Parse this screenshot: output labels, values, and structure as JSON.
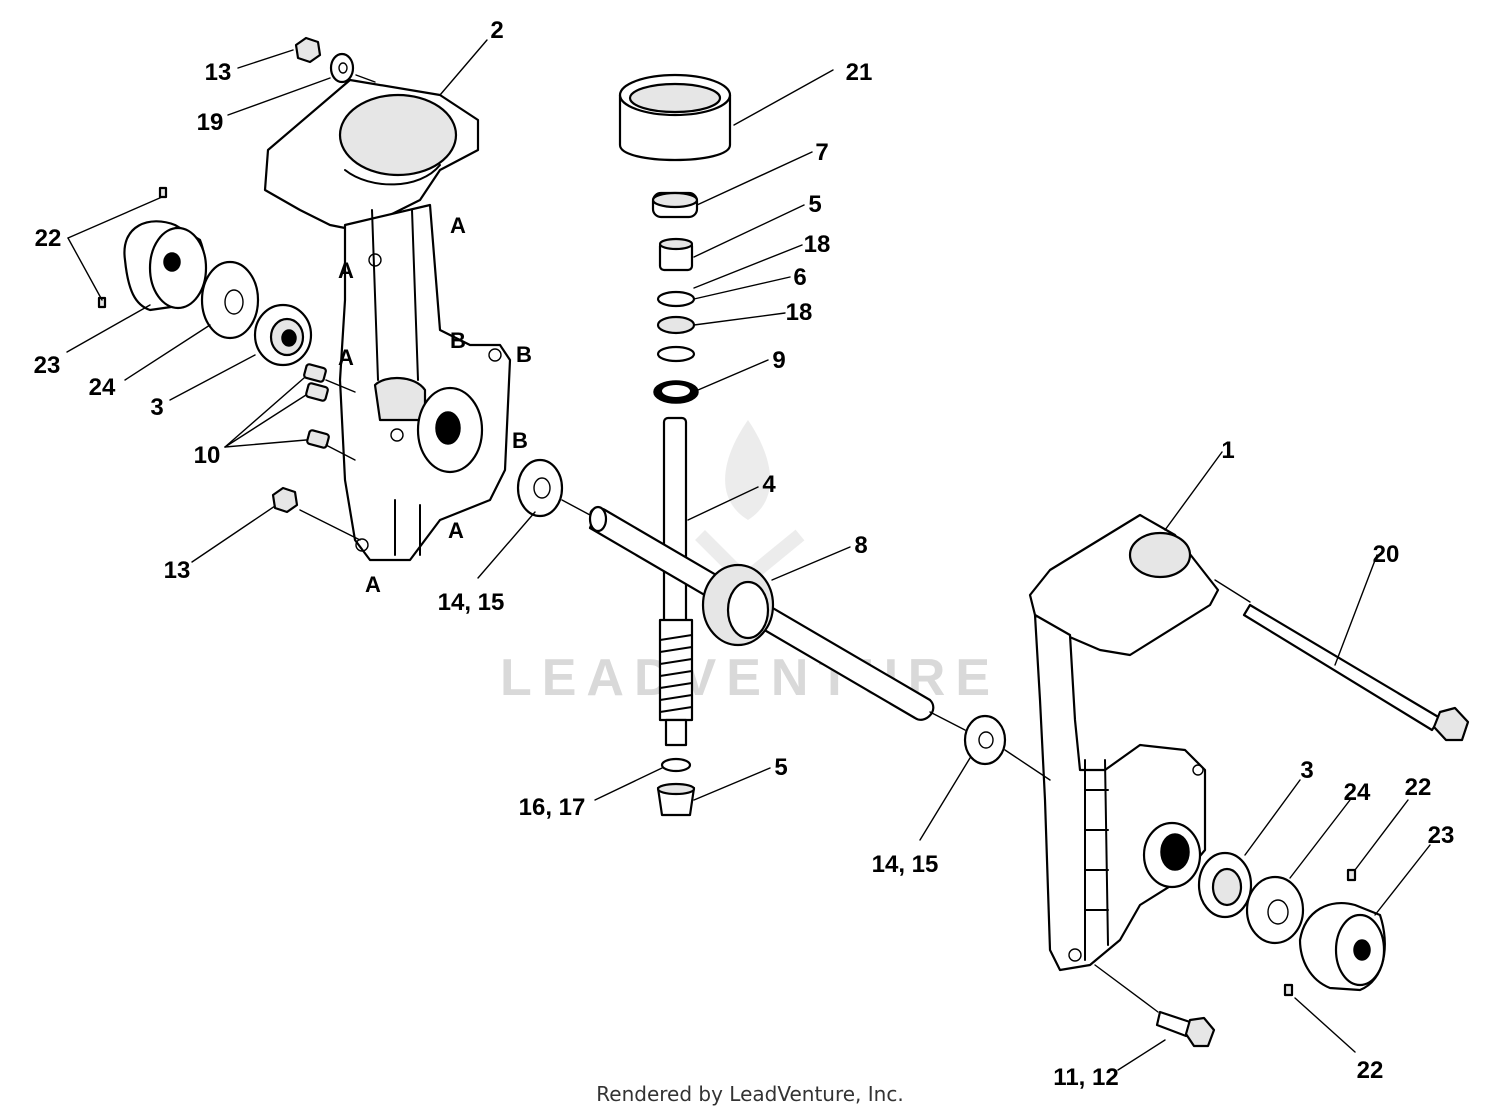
{
  "watermark": "LEADVENTURE",
  "footer": "Rendered by LeadVenture, Inc.",
  "callouts": {
    "c1": "1",
    "c2": "2",
    "c3_left": "3",
    "c3_right": "3",
    "c4": "4",
    "c5_top": "5",
    "c5_bottom": "5",
    "c6": "6",
    "c7": "7",
    "c8": "8",
    "c9": "9",
    "c10": "10",
    "c11_12": "11, 12",
    "c13_top": "13",
    "c13_bottom": "13",
    "c14_15_left": "14, 15",
    "c14_15_right": "14, 15",
    "c16_17": "16, 17",
    "c18_top": "18",
    "c18_bottom": "18",
    "c19": "19",
    "c20": "20",
    "c21": "21",
    "c22_left": "22",
    "c22_right_top": "22",
    "c22_right_bottom": "22",
    "c23_left": "23",
    "c23_right": "23",
    "c24_left": "24",
    "c24_right": "24"
  },
  "markers": {
    "a": "A",
    "b": "B"
  }
}
